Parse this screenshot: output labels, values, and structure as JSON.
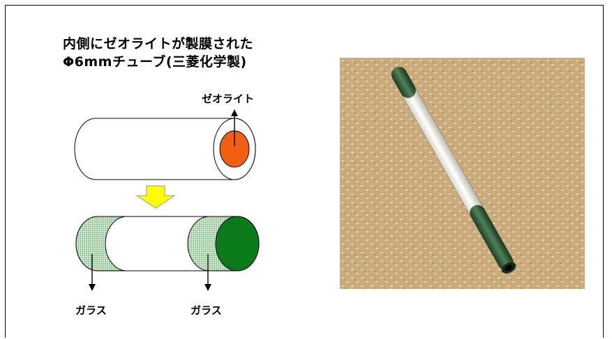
{
  "title": {
    "line1": "内側にゼオライトが製膜された",
    "line2": "Φ6mmチューブ(三菱化学製)"
  },
  "labels": {
    "zeolite": "ゼオライト",
    "glass_left": "ガラス",
    "glass_right": "ガラス"
  },
  "colors": {
    "zeolite": "#f06010",
    "glass_end": "#0a7a1a",
    "glass_hatch": "#b8dcb8",
    "arrow": "#ffff00",
    "photo_background": "#c7a97a"
  },
  "photo": {
    "subject": "zeolite-membrane-tube",
    "description_visible": false
  }
}
